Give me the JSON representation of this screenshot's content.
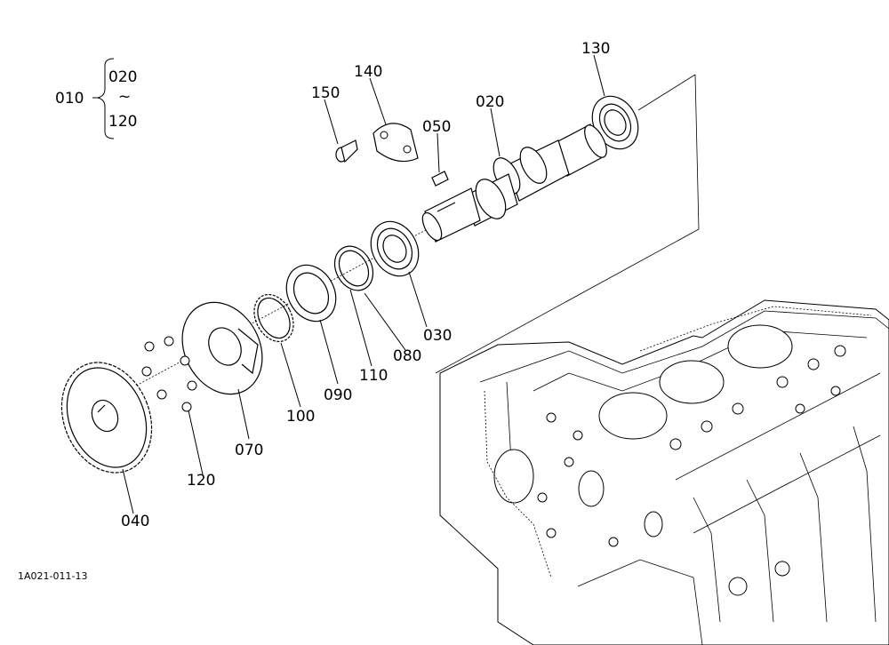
{
  "labels": {
    "assembly": "010",
    "range_start": "020",
    "range_sep": "~",
    "range_end": "120",
    "p020": "020",
    "p030": "030",
    "p040": "040",
    "p050": "050",
    "p070": "070",
    "p080": "080",
    "p090": "090",
    "p100": "100",
    "p110": "110",
    "p120": "120",
    "p130": "130",
    "p140": "140",
    "p150": "150"
  },
  "figure_code": "1A021-011-13"
}
